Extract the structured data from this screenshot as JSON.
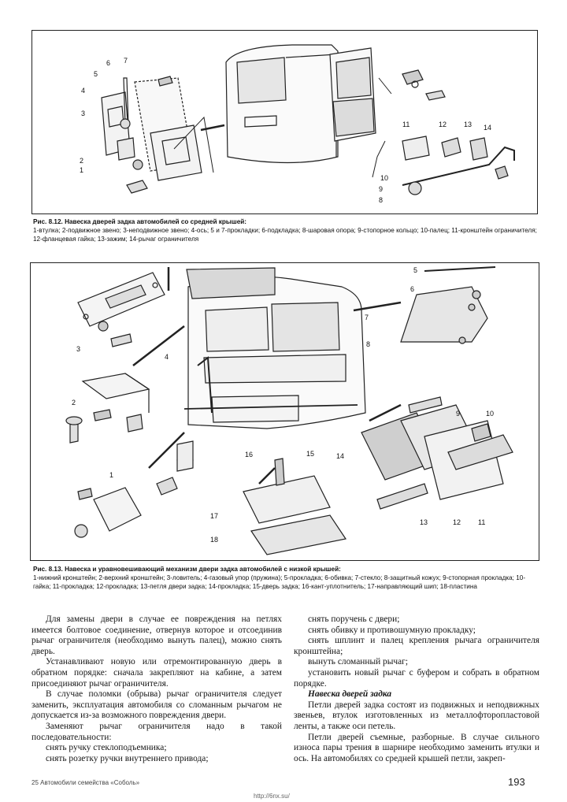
{
  "figure1": {
    "caption_title": "Рис. 8.12. Навеска дверей задка автомобилей со средней крышей:",
    "caption_text": "1-втулка; 2-подвижное звено; 3-неподвижное звено; 4-ось; 5 и 7-прокладки; 6-подкладка; 8-шаровая опора; 9-стопорное кольцо; 10-палец; 11-кронштейн ограничителя; 12-фланцевая гайка; 13-зажим; 14-рычаг ограничителя",
    "labels": [
      "1",
      "2",
      "3",
      "4",
      "5",
      "6",
      "7",
      "8",
      "9",
      "10",
      "11",
      "12",
      "13",
      "14"
    ]
  },
  "figure2": {
    "caption_title": "Рис. 8.13. Навеска и уравновешивающий механизм двери задка автомобилей с низкой крышей:",
    "caption_text": "1-нижний кронштейн; 2-верхний кронштейн; 3-ловитель; 4-газовый упор (пружина); 5-прокладка; 6-обивка; 7-стекло; 8-защитный кожух; 9-стопорная прокладка; 10-гайка; 11-прокладка; 12-прокладка; 13-петля двери задка; 14-прокладка; 15-дверь задка; 16-кант-уплотнитель; 17-направляющий шип; 18-пластина",
    "labels": [
      "1",
      "2",
      "3",
      "4",
      "5",
      "6",
      "7",
      "8",
      "9",
      "10",
      "11",
      "12",
      "13",
      "14",
      "15",
      "16",
      "17",
      "18"
    ]
  },
  "body_left": [
    "Для замены двери в случае ее повреждения на петлях имеется болтовое соединение, отвернув которое и отсоединив рычаг ограничителя (необходимо вынуть палец), можно снять дверь.",
    "Устанавливают новую или отремонтированную дверь в обратном порядке: сначала закрепляют на кабине, а затем присоединяют рычаг ограничителя.",
    "В случае поломки (обрыва) рычаг ограничителя следует заменить, эксплуатация автомобиля со сломанным рычагом не допускается из-за возможного повреждения двери.",
    "Заменяют рычаг ограничителя надо в такой последовательности:",
    "снять ручку стеклоподъемника;",
    "снять розетку ручки внутреннего привода;"
  ],
  "body_right": [
    "снять поручень с двери;",
    "снять обивку и противошумную прокладку;",
    "снять шплинт и палец крепления рычага ограничителя кронштейна;",
    "вынуть сломанный рычаг;",
    "установить новый рычаг с буфером и собрать в обратном порядке.",
    "Навеска дверей задка",
    "Петли дверей задка состоят из подвижных и неподвижных звеньев, втулок изготовленных из металлофторопластовой ленты, а также оси петель.",
    "Петли дверей съемные, разборные. В случае сильного износа пары трения в шарнире необходимо заменить втулки и ось. На автомобилях со средней крышей петли, закреп-"
  ],
  "footer": {
    "left": "25 Автомобили семейства «Соболь»",
    "page_number": "193",
    "url": "http://6nx.su/"
  }
}
